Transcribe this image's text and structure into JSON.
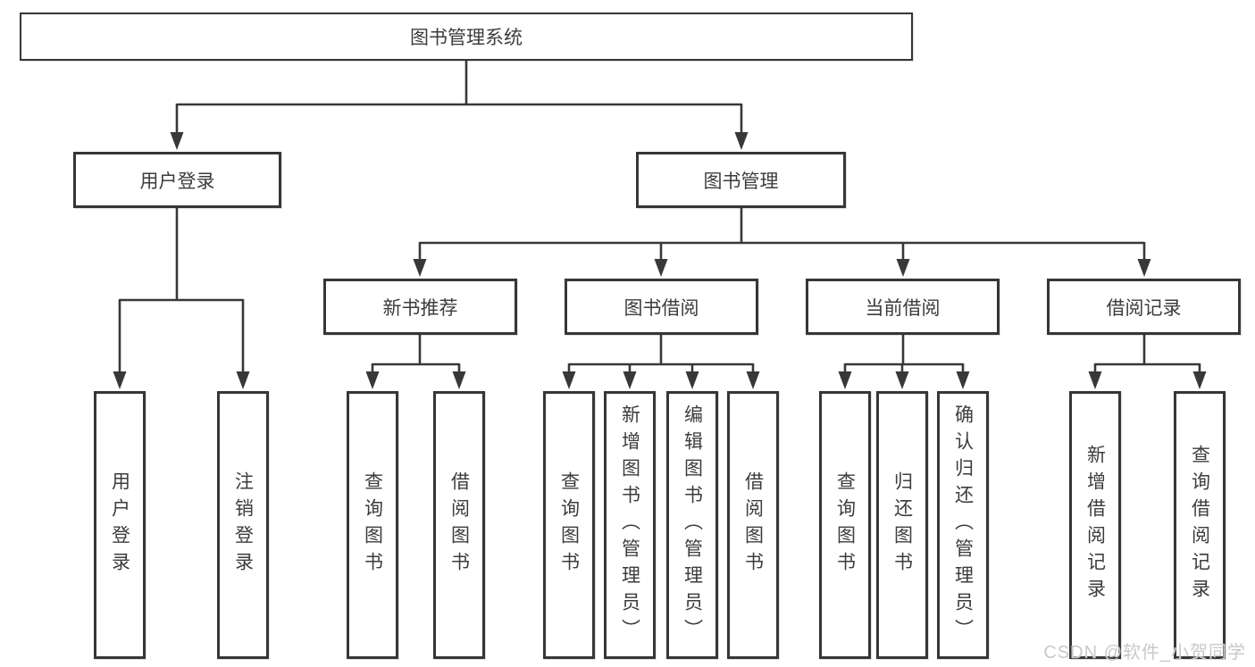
{
  "diagram": {
    "type": "tree",
    "colors": {
      "line": "#383838",
      "box_border": "#363636",
      "box_fill": "#ffffff",
      "text": "#3c3c3c",
      "background": "#ffffff",
      "watermark": "#c9c9c9"
    },
    "nodes": {
      "root": {
        "label": "图书管理系统"
      },
      "user_login_group": {
        "label": "用户登录"
      },
      "book_mgmt_group": {
        "label": "图书管理"
      },
      "new_book_rec": {
        "label": "新书推荐"
      },
      "book_borrow": {
        "label": "图书借阅"
      },
      "current_borrow": {
        "label": "当前借阅"
      },
      "borrow_records": {
        "label": "借阅记录"
      },
      "user_login": {
        "label": "用户登录"
      },
      "logout": {
        "label": "注销登录"
      },
      "rec_query_book": {
        "label": "查询图书"
      },
      "rec_borrow_book": {
        "label": "借阅图书"
      },
      "bb_query_book": {
        "label": "查询图书"
      },
      "bb_add_book": {
        "label": "新增图书（管理员）"
      },
      "bb_edit_book": {
        "label": "编辑图书（管理员）"
      },
      "bb_borrow_book": {
        "label": "借阅图书"
      },
      "cb_query_book": {
        "label": "查询图书"
      },
      "cb_return_book": {
        "label": "归还图书"
      },
      "cb_confirm_return": {
        "label": "确认归还（管理员）"
      },
      "br_add_record": {
        "label": "新增借阅记录"
      },
      "br_query_record": {
        "label": "查询借阅记录"
      }
    },
    "edges": [
      [
        "root",
        "user_login_group"
      ],
      [
        "root",
        "book_mgmt_group"
      ],
      [
        "user_login_group",
        "user_login"
      ],
      [
        "user_login_group",
        "logout"
      ],
      [
        "book_mgmt_group",
        "new_book_rec"
      ],
      [
        "book_mgmt_group",
        "book_borrow"
      ],
      [
        "book_mgmt_group",
        "current_borrow"
      ],
      [
        "book_mgmt_group",
        "borrow_records"
      ],
      [
        "new_book_rec",
        "rec_query_book"
      ],
      [
        "new_book_rec",
        "rec_borrow_book"
      ],
      [
        "book_borrow",
        "bb_query_book"
      ],
      [
        "book_borrow",
        "bb_add_book"
      ],
      [
        "book_borrow",
        "bb_edit_book"
      ],
      [
        "book_borrow",
        "bb_borrow_book"
      ],
      [
        "current_borrow",
        "cb_query_book"
      ],
      [
        "current_borrow",
        "cb_return_book"
      ],
      [
        "current_borrow",
        "cb_confirm_return"
      ],
      [
        "borrow_records",
        "br_add_record"
      ],
      [
        "borrow_records",
        "br_query_record"
      ]
    ],
    "watermark": "CSDN @软件_小贺同学"
  }
}
